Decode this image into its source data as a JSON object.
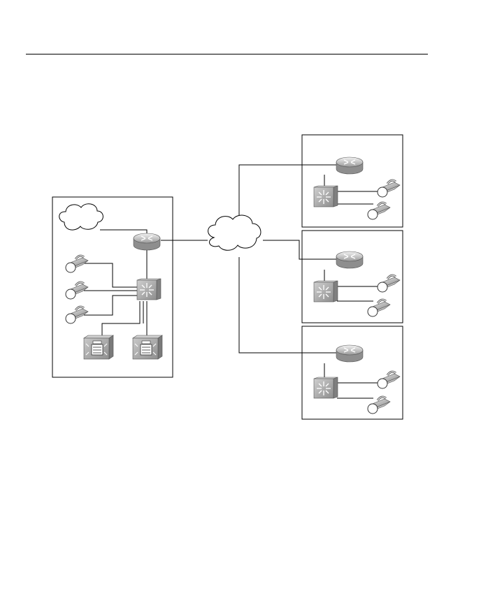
{
  "diagram": {
    "type": "network-topology",
    "nodes": [
      {
        "id": "hq-site",
        "kind": "site-boundary"
      },
      {
        "id": "hq-cloud",
        "kind": "cloud"
      },
      {
        "id": "hq-router",
        "kind": "router"
      },
      {
        "id": "hq-switch",
        "kind": "multilayer-switch"
      },
      {
        "id": "hq-phone-1",
        "kind": "ip-phone"
      },
      {
        "id": "hq-phone-2",
        "kind": "ip-phone"
      },
      {
        "id": "hq-phone-3",
        "kind": "ip-phone"
      },
      {
        "id": "hq-server-1",
        "kind": "call-manager-server"
      },
      {
        "id": "hq-server-2",
        "kind": "call-manager-server"
      },
      {
        "id": "wan-cloud",
        "kind": "cloud"
      },
      {
        "id": "branch-1",
        "kind": "site-boundary"
      },
      {
        "id": "branch-1-router",
        "kind": "router"
      },
      {
        "id": "branch-1-switch",
        "kind": "multilayer-switch"
      },
      {
        "id": "branch-1-phone-1",
        "kind": "ip-phone"
      },
      {
        "id": "branch-1-phone-2",
        "kind": "ip-phone"
      },
      {
        "id": "branch-2",
        "kind": "site-boundary"
      },
      {
        "id": "branch-2-router",
        "kind": "router"
      },
      {
        "id": "branch-2-switch",
        "kind": "multilayer-switch"
      },
      {
        "id": "branch-2-phone-1",
        "kind": "ip-phone"
      },
      {
        "id": "branch-2-phone-2",
        "kind": "ip-phone"
      },
      {
        "id": "branch-3",
        "kind": "site-boundary"
      },
      {
        "id": "branch-3-router",
        "kind": "router"
      },
      {
        "id": "branch-3-switch",
        "kind": "multilayer-switch"
      },
      {
        "id": "branch-3-phone-1",
        "kind": "ip-phone"
      },
      {
        "id": "branch-3-phone-2",
        "kind": "ip-phone"
      }
    ],
    "links": [
      [
        "hq-cloud",
        "hq-router"
      ],
      [
        "hq-router",
        "wan-cloud"
      ],
      [
        "hq-router",
        "hq-switch"
      ],
      [
        "hq-phone-1",
        "hq-switch"
      ],
      [
        "hq-phone-2",
        "hq-switch"
      ],
      [
        "hq-phone-3",
        "hq-switch"
      ],
      [
        "hq-server-1",
        "hq-switch"
      ],
      [
        "hq-server-2",
        "hq-switch"
      ],
      [
        "wan-cloud",
        "branch-1-router"
      ],
      [
        "wan-cloud",
        "branch-2-router"
      ],
      [
        "wan-cloud",
        "branch-3-router"
      ],
      [
        "branch-1-router",
        "branch-1-switch"
      ],
      [
        "branch-1-switch",
        "branch-1-phone-1"
      ],
      [
        "branch-1-switch",
        "branch-1-phone-2"
      ],
      [
        "branch-2-router",
        "branch-2-switch"
      ],
      [
        "branch-2-switch",
        "branch-2-phone-1"
      ],
      [
        "branch-2-switch",
        "branch-2-phone-2"
      ],
      [
        "branch-3-router",
        "branch-3-switch"
      ],
      [
        "branch-3-switch",
        "branch-3-phone-1"
      ],
      [
        "branch-3-switch",
        "branch-3-phone-2"
      ]
    ]
  }
}
